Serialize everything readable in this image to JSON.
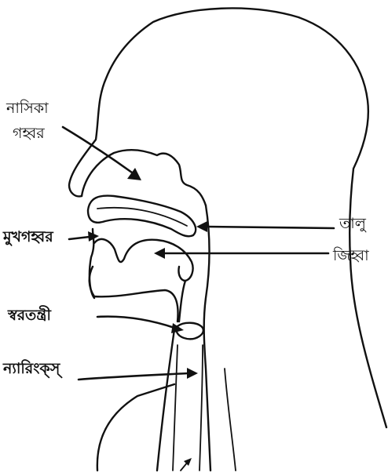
{
  "labels": {
    "nasal_cavity_line1": "নাসিকা",
    "nasal_cavity_line2": "গহ্বর",
    "palate": "তালু",
    "mouth_cavity": "মুখগহ্বর",
    "tongue": "জিহ্বা",
    "vocal_cords": "স্বরতন্ত্রী",
    "larynx": "ন্যারিংক্‌স্‌"
  },
  "colors": {
    "ink": "#111111",
    "paper": "#ffffff"
  }
}
